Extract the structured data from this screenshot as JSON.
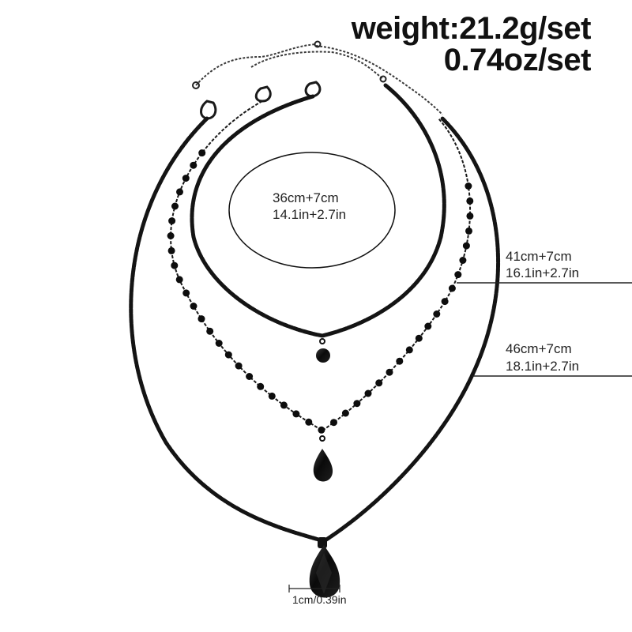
{
  "product": {
    "weight_grams": "weight:21.2g/set",
    "weight_ounces": "0.74oz/set"
  },
  "sizes": {
    "short_cm": "36cm+7cm",
    "short_in": "14.1in+2.7in",
    "middle_cm": "41cm+7cm",
    "middle_in": "16.1in+2.7in",
    "long_cm": "46cm+7cm",
    "long_in": "18.1in+2.7in",
    "pendant_width": "1cm/0.39in"
  },
  "colors": {
    "background": "#ffffff",
    "chain": "#141414",
    "bead": "#0d0d0d",
    "annotation_line": "#222222"
  }
}
